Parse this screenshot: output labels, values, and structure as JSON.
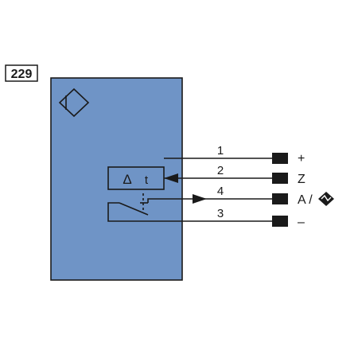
{
  "figure_number": "229",
  "sensor_symbol": "inductive-sensor-diamond-icon",
  "timer_block": {
    "delta_symbol": "Δ",
    "time_label": "t"
  },
  "wires": [
    {
      "number": "1",
      "terminal": "+"
    },
    {
      "number": "2",
      "terminal": "Z"
    },
    {
      "number": "4",
      "terminal": "A /"
    },
    {
      "number": "3",
      "terminal": "–"
    }
  ],
  "colors": {
    "sensor_body": "#6f94c6",
    "line": "#1a1a1a",
    "background": "#ffffff"
  }
}
